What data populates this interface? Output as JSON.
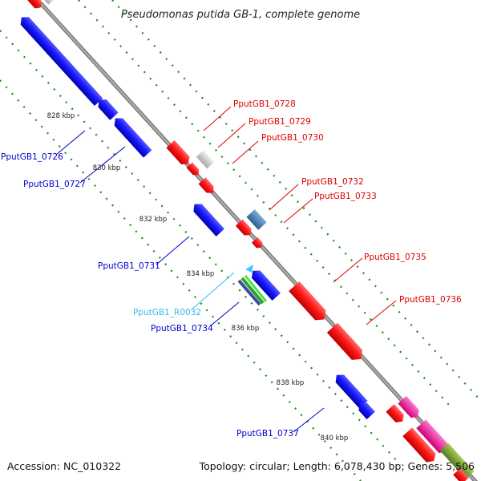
{
  "title": "Pseudomonas putida GB-1, complete genome",
  "footer": {
    "accession": "Accession: NC_010322",
    "topology": "Topology: circular; Length: 6,078,430 bp; Genes: 5,506"
  },
  "ticks": [
    "828 kbp",
    "830 kbp",
    "832 kbp",
    "834 kbp",
    "836 kbp",
    "838 kbp",
    "840 kbp"
  ],
  "gene_labels": {
    "g0726": "PputGB1_0726",
    "g0727": "PputGB1_0727",
    "g0728": "PputGB1_0728",
    "g0729": "PputGB1_0729",
    "g0730": "PputGB1_0730",
    "g0731": "PputGB1_0731",
    "g0732": "PputGB1_0732",
    "g0733": "PputGB1_0733",
    "r0032": "PputGB1_R0032",
    "g0734": "PputGB1_0734",
    "g0735": "PputGB1_0735",
    "g0736": "PputGB1_0736",
    "g0737": "PputGB1_0737"
  },
  "colors": {
    "forward": "#ff0000",
    "reverse": "#0000ff",
    "rna": "#33ccff",
    "grey": "#cccccc",
    "steelblue": "#4682b4",
    "backbone": "#888888",
    "dots": "#1a8a1a",
    "magenta": "#ff33aa",
    "olive": "#88aa33"
  }
}
